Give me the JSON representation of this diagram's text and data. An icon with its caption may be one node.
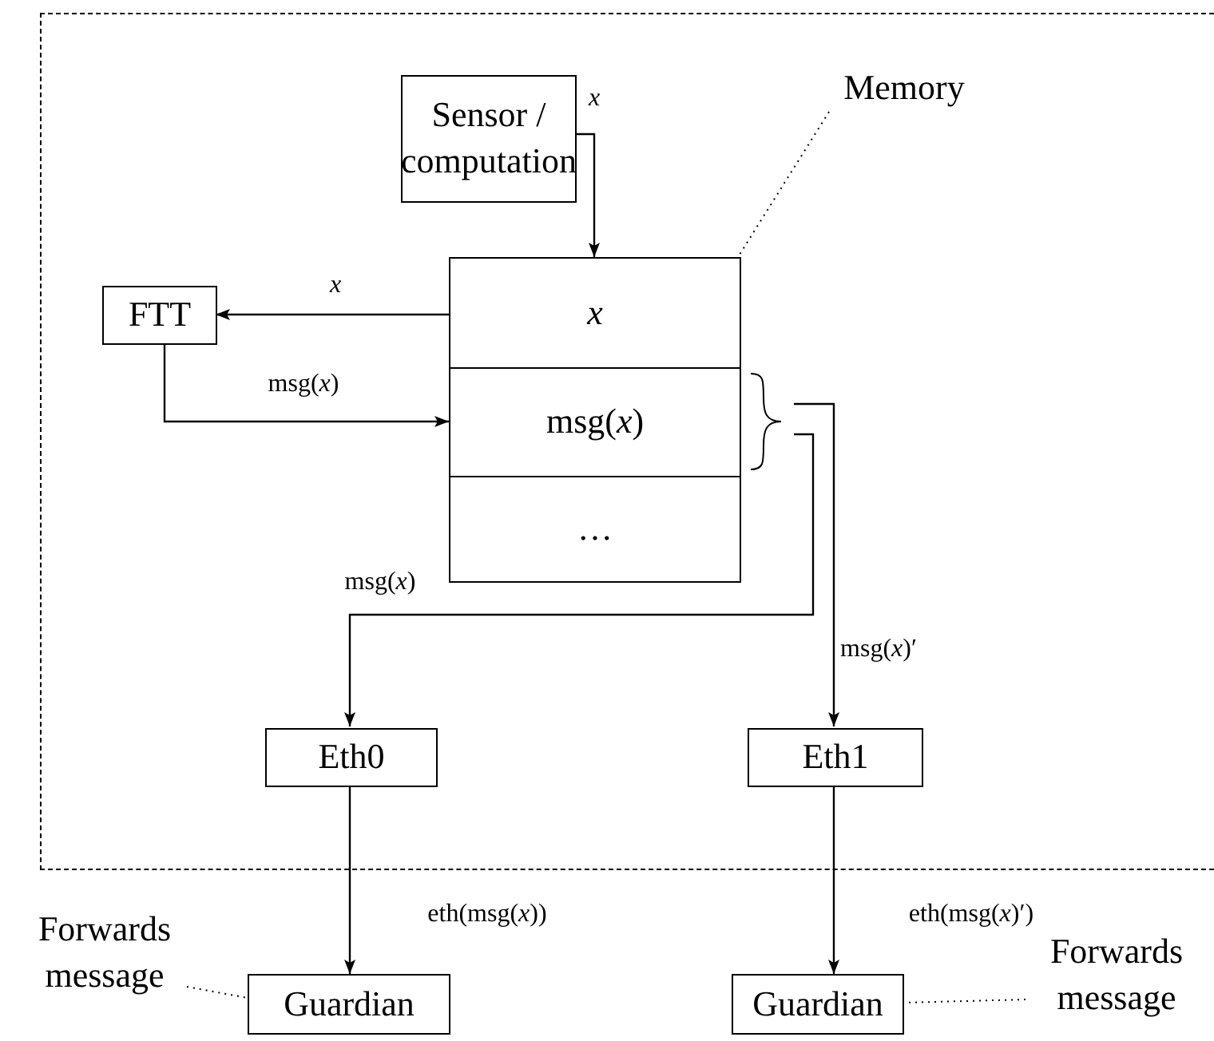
{
  "diagram": {
    "nodes": [
      {
        "text": [],
        "shape": "box"
      },
      {
        "text": [
          "Sensor / computation"
        ],
        "in": 0
      },
      {
        "text": [
          "Memory"
        ],
        "in": 0
      },
      {
        "text": [],
        "shape": "box",
        "in": 0
      },
      {
        "text": [
          "FTT"
        ],
        "in": 0
      },
      {
        "text": [
          "*x*"
        ],
        "in": 3
      },
      {
        "text": [
          "msg(*x*)"
        ],
        "in": 3
      },
      {
        "text": [
          "…"
        ],
        "in": 3
      },
      {
        "text": [
          "Eth0"
        ],
        "in": 0
      },
      {
        "text": [
          "Eth1"
        ],
        "in": 0
      },
      {
        "text": [
          "Guardian"
        ]
      },
      {
        "text": [
          "Forwards message"
        ]
      },
      {
        "text": [
          "Guardian"
        ]
      },
      {
        "text": [
          "Forwards message"
        ]
      }
    ],
    "edges": [
      {
        "from": 1,
        "to": 3,
        "arrow": "to",
        "label": "*x*"
      },
      {
        "from": 2,
        "to": 3,
        "arrow": "none",
        "style": "dashed"
      },
      {
        "from": 3,
        "to": 4,
        "arrow": "to",
        "label": "*x*"
      },
      {
        "from": 4,
        "to": 6,
        "arrow": "to",
        "label": "msg(*x*)"
      },
      {
        "from": 6,
        "to": 8,
        "arrow": "to",
        "label": "msg(*x*)"
      },
      {
        "from": 6,
        "to": 9,
        "arrow": "to",
        "label": "msg(*x*)′"
      },
      {
        "from": 8,
        "to": 10,
        "arrow": "to",
        "label": "eth(msg(*x*))"
      },
      {
        "from": 9,
        "to": 12,
        "arrow": "to",
        "label": "eth(msg(*x*)′)"
      },
      {
        "from": 11,
        "to": 10,
        "arrow": "none",
        "style": "dashed"
      },
      {
        "from": 13,
        "to": 12,
        "arrow": "none",
        "style": "dashed"
      }
    ]
  }
}
